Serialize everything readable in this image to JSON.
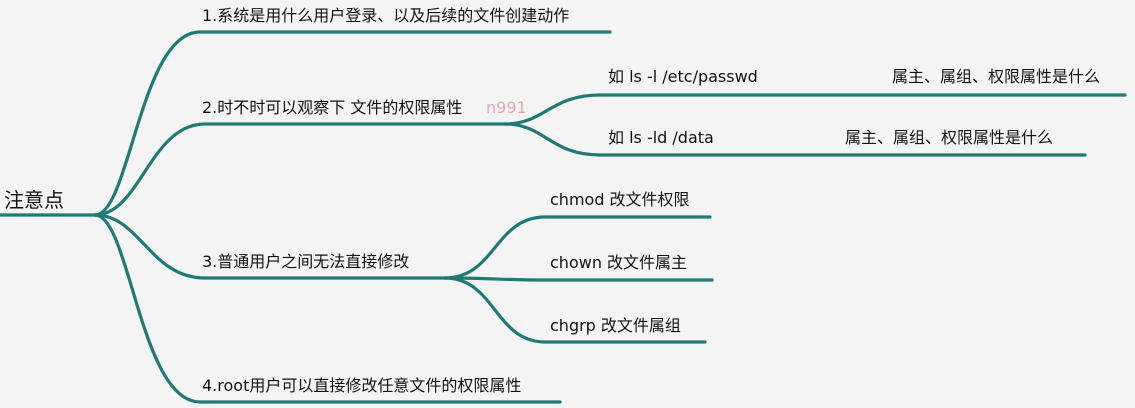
{
  "root": {
    "label": "注意点"
  },
  "nodes": {
    "n1": {
      "label": "1.系统是用什么用户登录、以及后续的文件创建动作"
    },
    "n2": {
      "label": "2.时不时可以观察下 文件的权限属性",
      "children": {
        "c1": {
          "label": "如 ls -l /etc/passwd",
          "note": "属主、属组、权限属性是什么"
        },
        "c2": {
          "label": "如 ls -ld /data",
          "note": "属主、属组、权限属性是什么"
        }
      }
    },
    "n3": {
      "label": "3.普通用户之间无法直接修改",
      "children": {
        "c1": {
          "label": "chmod 改文件权限"
        },
        "c2": {
          "label": "chown 改文件属主"
        },
        "c3": {
          "label": "chgrp 改文件属组"
        }
      }
    },
    "n4": {
      "label": "4.root用户可以直接修改任意文件的权限属性"
    }
  },
  "watermark": {
    "text": "n991"
  },
  "colors": {
    "connector": "#1f7a76",
    "background": "#f4f4f4",
    "watermark": "#e06a6a"
  }
}
